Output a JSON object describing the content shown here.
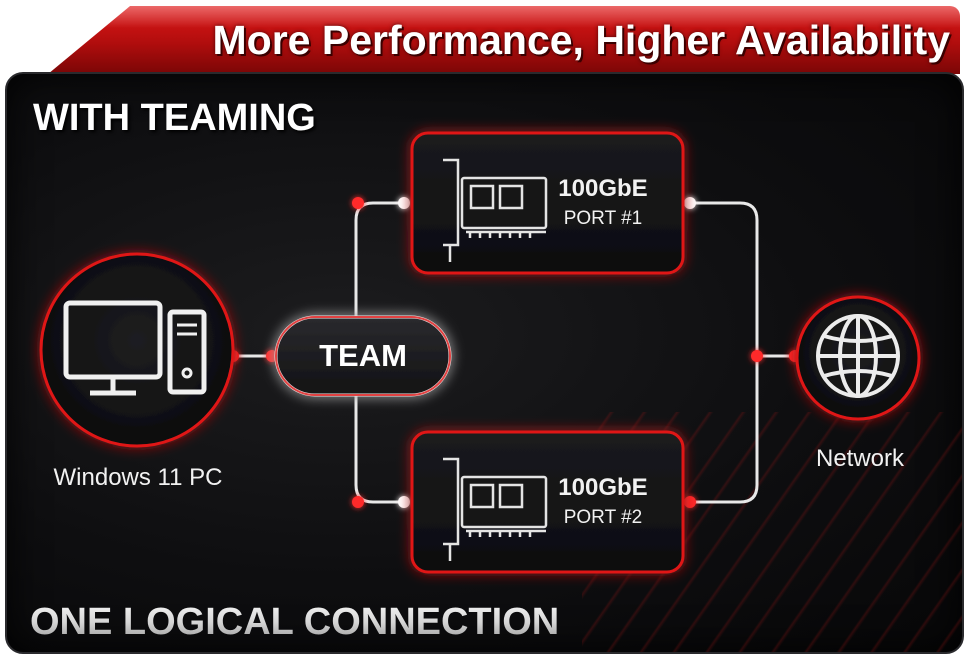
{
  "header": {
    "title": "More Performance, Higher Availability"
  },
  "diagram": {
    "heading": "WITH TEAMING",
    "footer": "ONE LOGICAL CONNECTION",
    "pc": {
      "label": "Windows 11 PC",
      "icon": "desktop-computer-icon"
    },
    "team": {
      "label": "TEAM"
    },
    "ports": [
      {
        "speed": "100GbE",
        "name": "PORT #1",
        "icon": "network-card-icon"
      },
      {
        "speed": "100GbE",
        "name": "PORT #2",
        "icon": "network-card-icon"
      }
    ],
    "network": {
      "label": "Network",
      "icon": "globe-icon"
    }
  },
  "colors": {
    "accent": "#e01818",
    "background": "#0e0e10",
    "line": "#e8e8e8",
    "text": "#ffffff"
  }
}
